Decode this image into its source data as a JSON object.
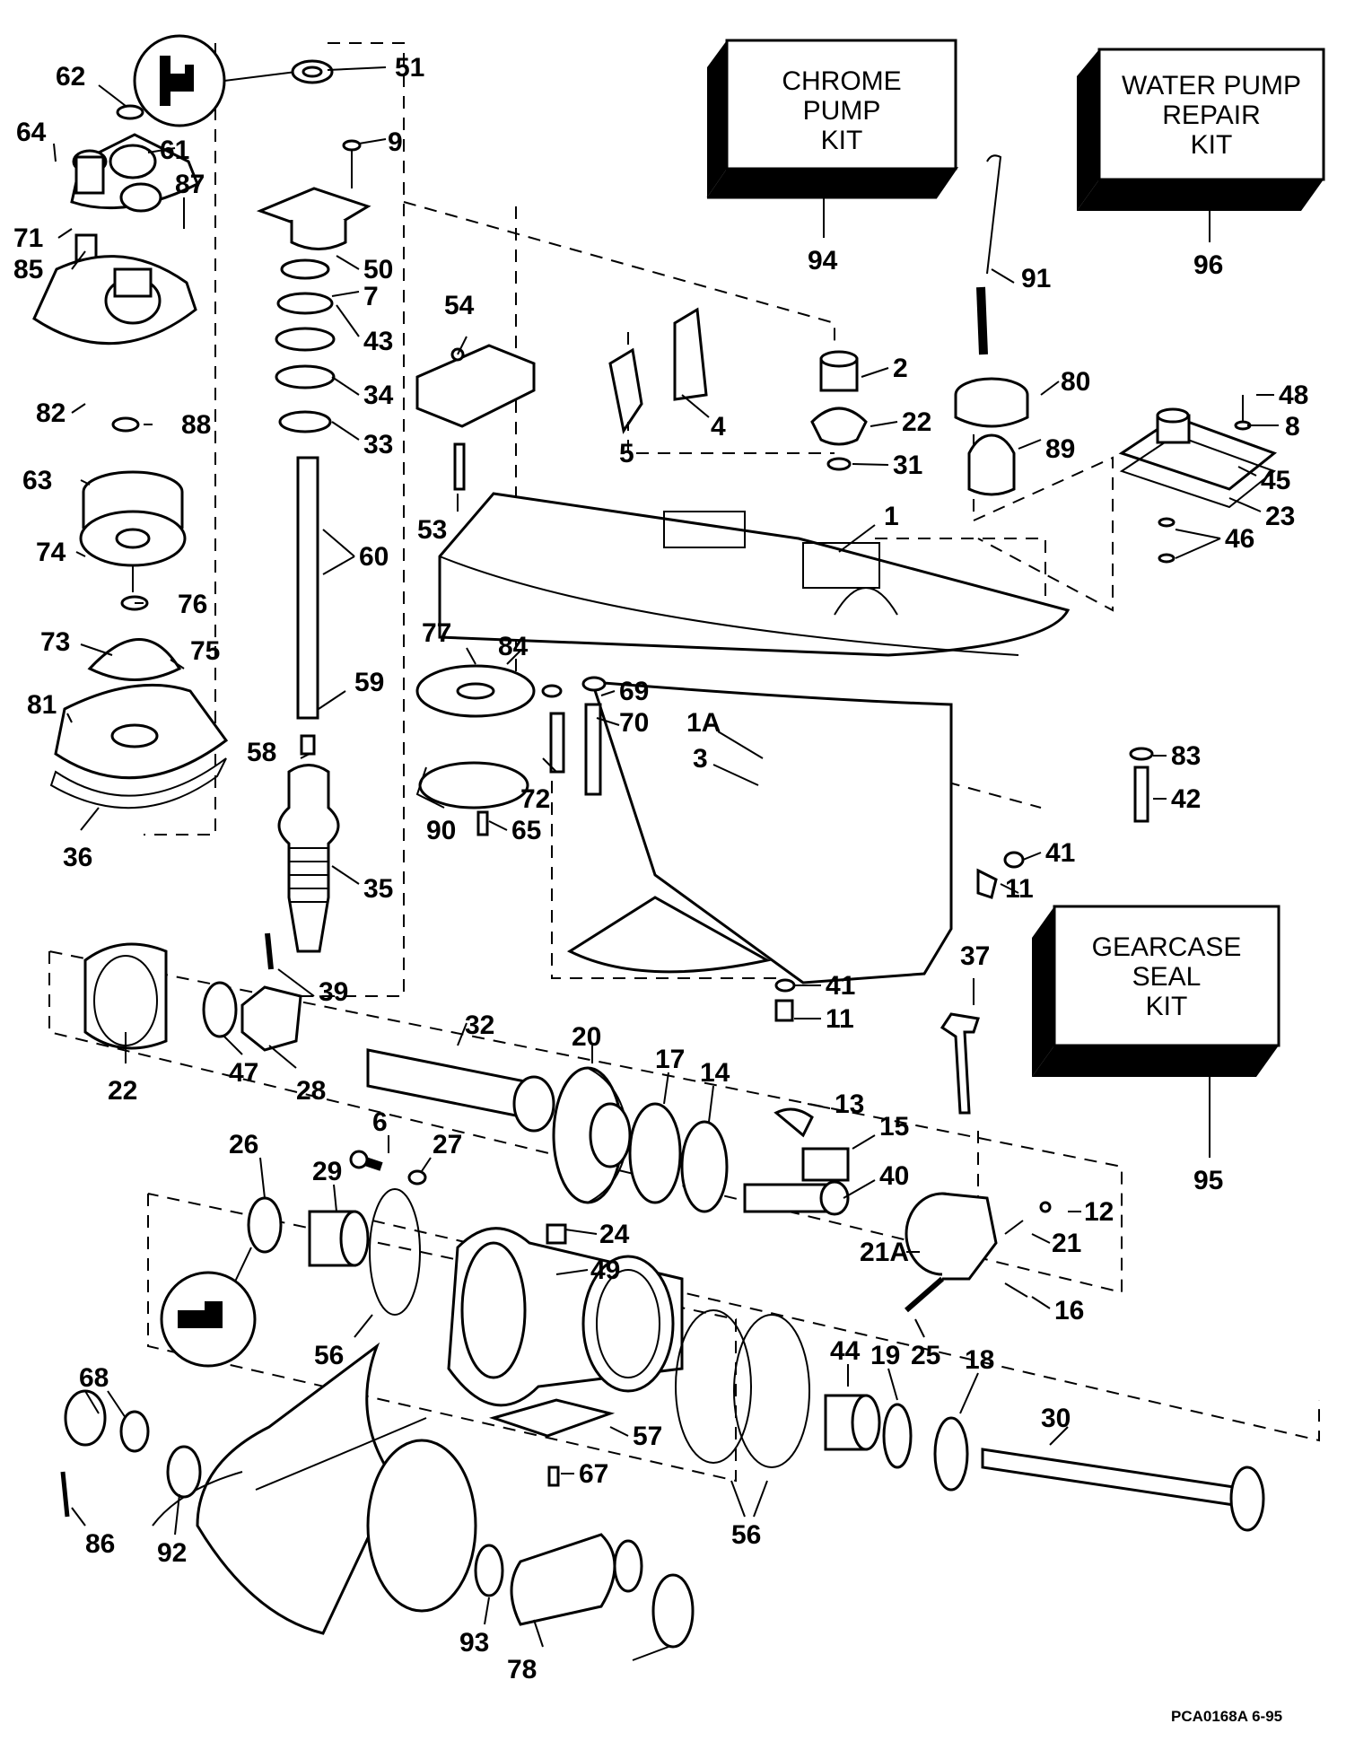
{
  "kits": [
    {
      "id": "chrome",
      "lines": [
        "CHROME",
        "PUMP",
        "KIT"
      ],
      "number": "94"
    },
    {
      "id": "water",
      "lines": [
        "WATER PUMP",
        "REPAIR",
        "KIT"
      ],
      "number": "96"
    },
    {
      "id": "gearcase",
      "lines": [
        "GEARCASE",
        "SEAL",
        "KIT"
      ],
      "number": "95"
    }
  ],
  "callouts": [
    "51",
    "62",
    "9",
    "64",
    "61",
    "87",
    "71",
    "85",
    "50",
    "7",
    "43",
    "34",
    "33",
    "82",
    "88",
    "63",
    "74",
    "76",
    "60",
    "73",
    "75",
    "59",
    "81",
    "58",
    "36",
    "35",
    "39",
    "54",
    "53",
    "2",
    "22",
    "4",
    "5",
    "31",
    "1",
    "91",
    "80",
    "89",
    "48",
    "8",
    "45",
    "23",
    "46",
    "77",
    "84",
    "69",
    "70",
    "72",
    "90",
    "65",
    "1A",
    "3",
    "83",
    "42",
    "41",
    "11",
    "37",
    "32",
    "20",
    "17",
    "14",
    "13",
    "15",
    "40",
    "47",
    "28",
    "6",
    "27",
    "26",
    "29",
    "24",
    "49",
    "12",
    "21",
    "21A",
    "16",
    "25",
    "44",
    "19",
    "18",
    "30",
    "56",
    "57",
    "67",
    "68",
    "86",
    "92",
    "93",
    "78"
  ],
  "reference": "PCA0168A  6-95",
  "icons": [
    "lubricant-icon",
    "sealant-icon"
  ]
}
